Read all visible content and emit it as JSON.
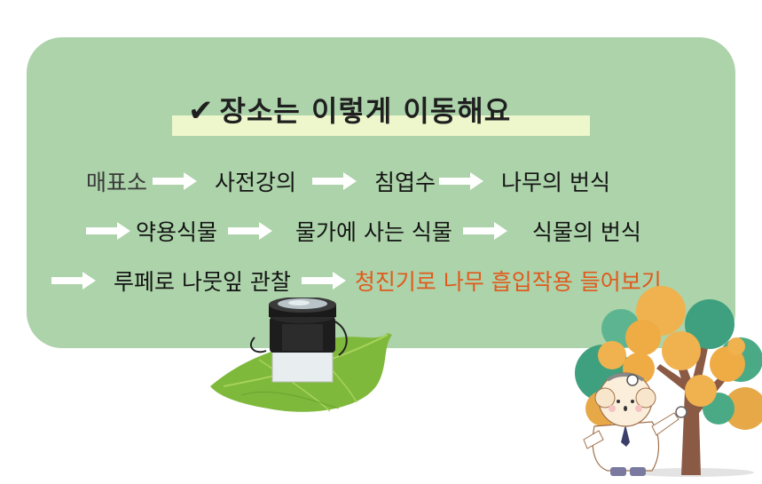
{
  "panel": {
    "background": "#acd3a9",
    "highlight": "#eef6cc"
  },
  "title": {
    "check": "✔",
    "text": "장소는 이렇게 이동해요"
  },
  "route": {
    "rows": [
      {
        "steps": [
          "매표소",
          "사전강의",
          "침엽수",
          "나무의 번식"
        ]
      },
      {
        "steps": [
          "약용식물",
          "물가에 사는 식물",
          "식물의 번식"
        ]
      },
      {
        "steps": [
          "루페로 나뭇잎 관찰",
          "청진기로 나무 흡입작용 들어보기"
        ]
      }
    ],
    "accent_color": "#e05a1e"
  },
  "illustrations": {
    "loupe": "loupe-on-leaf",
    "doctor": "doctor-listening-to-tree"
  }
}
